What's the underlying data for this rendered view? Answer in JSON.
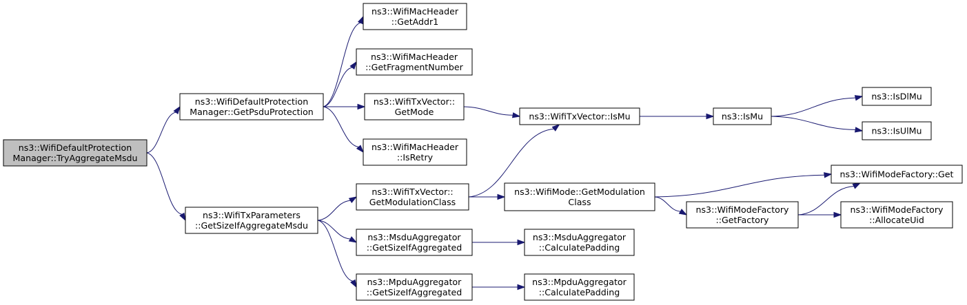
{
  "colors": {
    "edge": "#191970",
    "root_fill": "#bfbfbf",
    "node_fill": "#ffffff",
    "node_border": "#000000"
  },
  "nodes": {
    "try_aggregate_msdu": {
      "lines": [
        "ns3::WifiDefaultProtection",
        "Manager::TryAggregateMsdu"
      ]
    },
    "get_psdu_protection": {
      "lines": [
        "ns3::WifiDefaultProtection",
        "Manager::GetPsduProtection"
      ]
    },
    "get_size_if_aggregate_msdu": {
      "lines": [
        "ns3::WifiTxParameters",
        "::GetSizeIfAggregateMsdu"
      ]
    },
    "get_addr1": {
      "lines": [
        "ns3::WifiMacHeader",
        "::GetAddr1"
      ]
    },
    "get_fragment_number": {
      "lines": [
        "ns3::WifiMacHeader",
        "::GetFragmentNumber"
      ]
    },
    "txvector_get_mode": {
      "lines": [
        "ns3::WifiTxVector::",
        "GetMode"
      ]
    },
    "is_retry": {
      "lines": [
        "ns3::WifiMacHeader",
        "::IsRetry"
      ]
    },
    "txvector_get_modulation_class": {
      "lines": [
        "ns3::WifiTxVector::",
        "GetModulationClass"
      ]
    },
    "msdu_get_size_if_aggregated": {
      "lines": [
        "ns3::MsduAggregator",
        "::GetSizeIfAggregated"
      ]
    },
    "mpdu_get_size_if_aggregated": {
      "lines": [
        "ns3::MpduAggregator",
        "::GetSizeIfAggregated"
      ]
    },
    "txvector_is_mu": {
      "lines": [
        "ns3::WifiTxVector::IsMu"
      ]
    },
    "mode_get_modulation_class": {
      "lines": [
        "ns3::WifiMode::GetModulation",
        "Class"
      ]
    },
    "msdu_calculate_padding": {
      "lines": [
        "ns3::MsduAggregator",
        "::CalculatePadding"
      ]
    },
    "mpdu_calculate_padding": {
      "lines": [
        "ns3::MpduAggregator",
        "::CalculatePadding"
      ]
    },
    "is_mu": {
      "lines": [
        "ns3::IsMu"
      ]
    },
    "mode_factory_get_factory": {
      "lines": [
        "ns3::WifiModeFactory",
        "::GetFactory"
      ]
    },
    "is_dl_mu": {
      "lines": [
        "ns3::IsDlMu"
      ]
    },
    "is_ul_mu": {
      "lines": [
        "ns3::IsUlMu"
      ]
    },
    "mode_factory_get": {
      "lines": [
        "ns3::WifiModeFactory::Get"
      ]
    },
    "mode_factory_allocate_uid": {
      "lines": [
        "ns3::WifiModeFactory",
        "::AllocateUid"
      ]
    }
  },
  "edges": [
    {
      "from": "try_aggregate_msdu",
      "to": "get_psdu_protection"
    },
    {
      "from": "try_aggregate_msdu",
      "to": "get_size_if_aggregate_msdu"
    },
    {
      "from": "get_psdu_protection",
      "to": "get_addr1"
    },
    {
      "from": "get_psdu_protection",
      "to": "get_fragment_number"
    },
    {
      "from": "get_psdu_protection",
      "to": "txvector_get_mode"
    },
    {
      "from": "get_psdu_protection",
      "to": "is_retry"
    },
    {
      "from": "get_size_if_aggregate_msdu",
      "to": "txvector_get_modulation_class"
    },
    {
      "from": "get_size_if_aggregate_msdu",
      "to": "msdu_get_size_if_aggregated"
    },
    {
      "from": "get_size_if_aggregate_msdu",
      "to": "mpdu_get_size_if_aggregated"
    },
    {
      "from": "txvector_get_mode",
      "to": "txvector_is_mu"
    },
    {
      "from": "txvector_get_modulation_class",
      "to": "txvector_is_mu"
    },
    {
      "from": "txvector_get_modulation_class",
      "to": "mode_get_modulation_class"
    },
    {
      "from": "txvector_is_mu",
      "to": "is_mu"
    },
    {
      "from": "is_mu",
      "to": "is_dl_mu"
    },
    {
      "from": "is_mu",
      "to": "is_ul_mu"
    },
    {
      "from": "mode_get_modulation_class",
      "to": "mode_factory_get"
    },
    {
      "from": "mode_get_modulation_class",
      "to": "mode_factory_get_factory"
    },
    {
      "from": "mode_factory_get_factory",
      "to": "mode_factory_get"
    },
    {
      "from": "mode_factory_get_factory",
      "to": "mode_factory_allocate_uid"
    },
    {
      "from": "msdu_get_size_if_aggregated",
      "to": "msdu_calculate_padding"
    },
    {
      "from": "mpdu_get_size_if_aggregated",
      "to": "mpdu_calculate_padding"
    }
  ]
}
